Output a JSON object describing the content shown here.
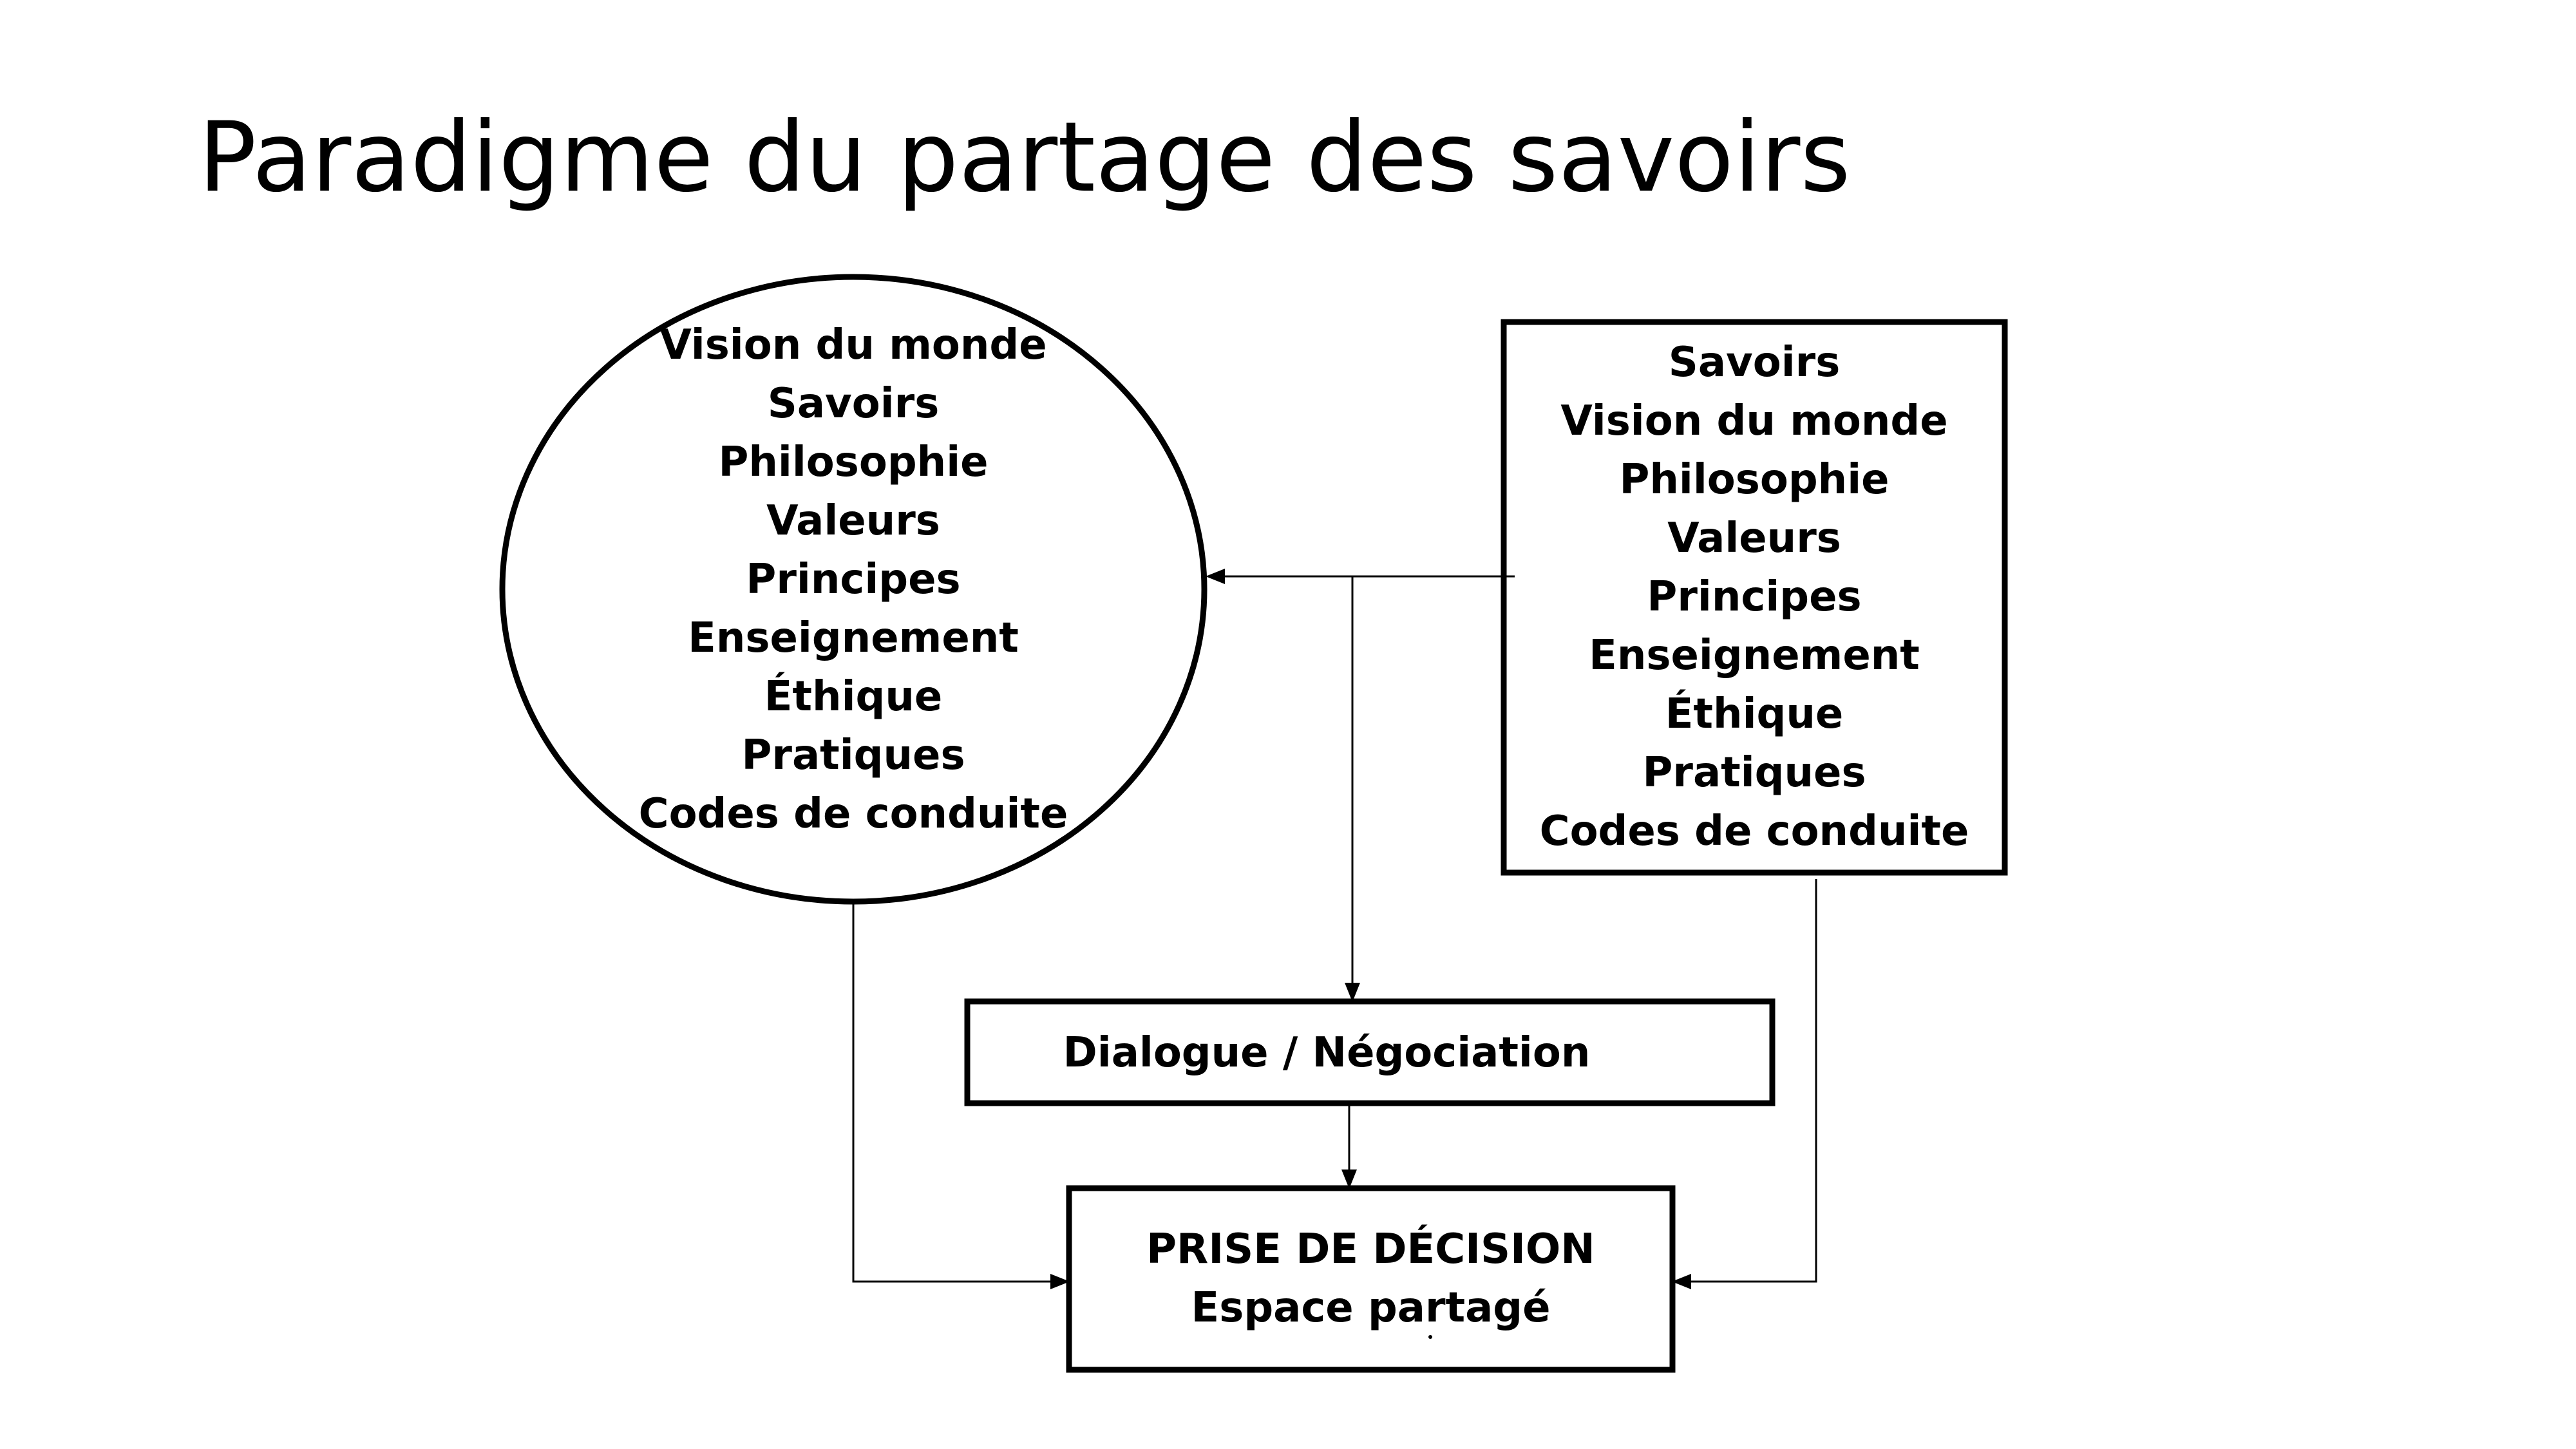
{
  "title": "Paradigme du partage des savoirs",
  "diagram": {
    "left_node": {
      "shape": "ellipse",
      "lines": [
        "Vision du monde",
        "Savoirs",
        "Philosophie",
        "Valeurs",
        "Principes",
        "Enseignement",
        "Éthique",
        "Pratiques",
        "Codes de conduite"
      ]
    },
    "right_node": {
      "shape": "rectangle",
      "lines": [
        "Savoirs",
        "Vision du monde",
        "Philosophie",
        "Valeurs",
        "Principes",
        "Enseignement",
        "Éthique",
        "Pratiques",
        "Codes de conduite"
      ]
    },
    "middle_node": {
      "shape": "rectangle",
      "label": "Dialogue / Négociation"
    },
    "bottom_node": {
      "shape": "rectangle",
      "lines": [
        "PRISE DE DÉCISION",
        "Espace partagé"
      ]
    },
    "edges": [
      {
        "from": "right_node",
        "to": "left_node"
      },
      {
        "from": "right_node",
        "to": "middle_node"
      },
      {
        "from": "middle_node",
        "to": "bottom_node"
      },
      {
        "from": "left_node",
        "to": "bottom_node"
      },
      {
        "from": "right_node",
        "to": "bottom_node"
      }
    ],
    "colors": {
      "stroke": "#000000",
      "background": "#ffffff",
      "text": "#000000"
    }
  }
}
